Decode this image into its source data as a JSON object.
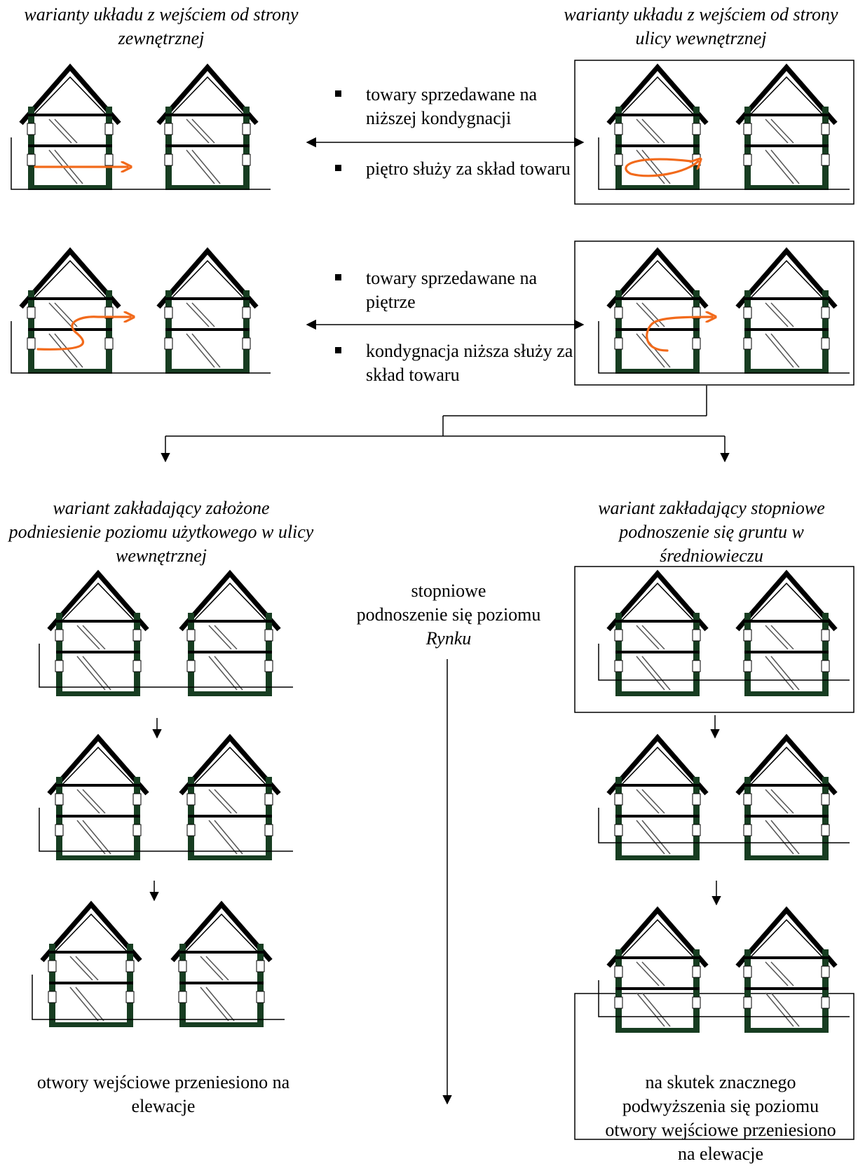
{
  "headings": {
    "outer_entrance": "warianty układu z wejściem od strony zewnętrznej",
    "inner_street_entrance": "warianty układu z wejściem od strony ulicy wewnętrznej",
    "planned_raise": "wariant zakładający założone podniesienie poziomu użytkowego w ulicy wewnętrznej",
    "gradual_ground_rise": "wariant zakładający stopniowe podnoszenie się gruntu w średniowieczu"
  },
  "row1_bullets": [
    "towary sprzedawane na niższej kondygnacji",
    "piętro służy za skład towaru"
  ],
  "row2_bullets": [
    "towary sprzedawane na piętrze",
    "kondygnacja niższa służy za skład towaru"
  ],
  "center_label": {
    "line1": "stopniowe",
    "line2": "podnoszenie się poziomu",
    "line3": "Rynku"
  },
  "left_caption": "otwory wejściowe przeniesiono na elewacje",
  "right_caption": "na skutek znacznego podwyższenia się poziomu otwory wejściowe przeniesiono na elewacje",
  "colors": {
    "wall": "#173d21",
    "flow_arrow": "#f26a1b",
    "line": "#000000"
  }
}
